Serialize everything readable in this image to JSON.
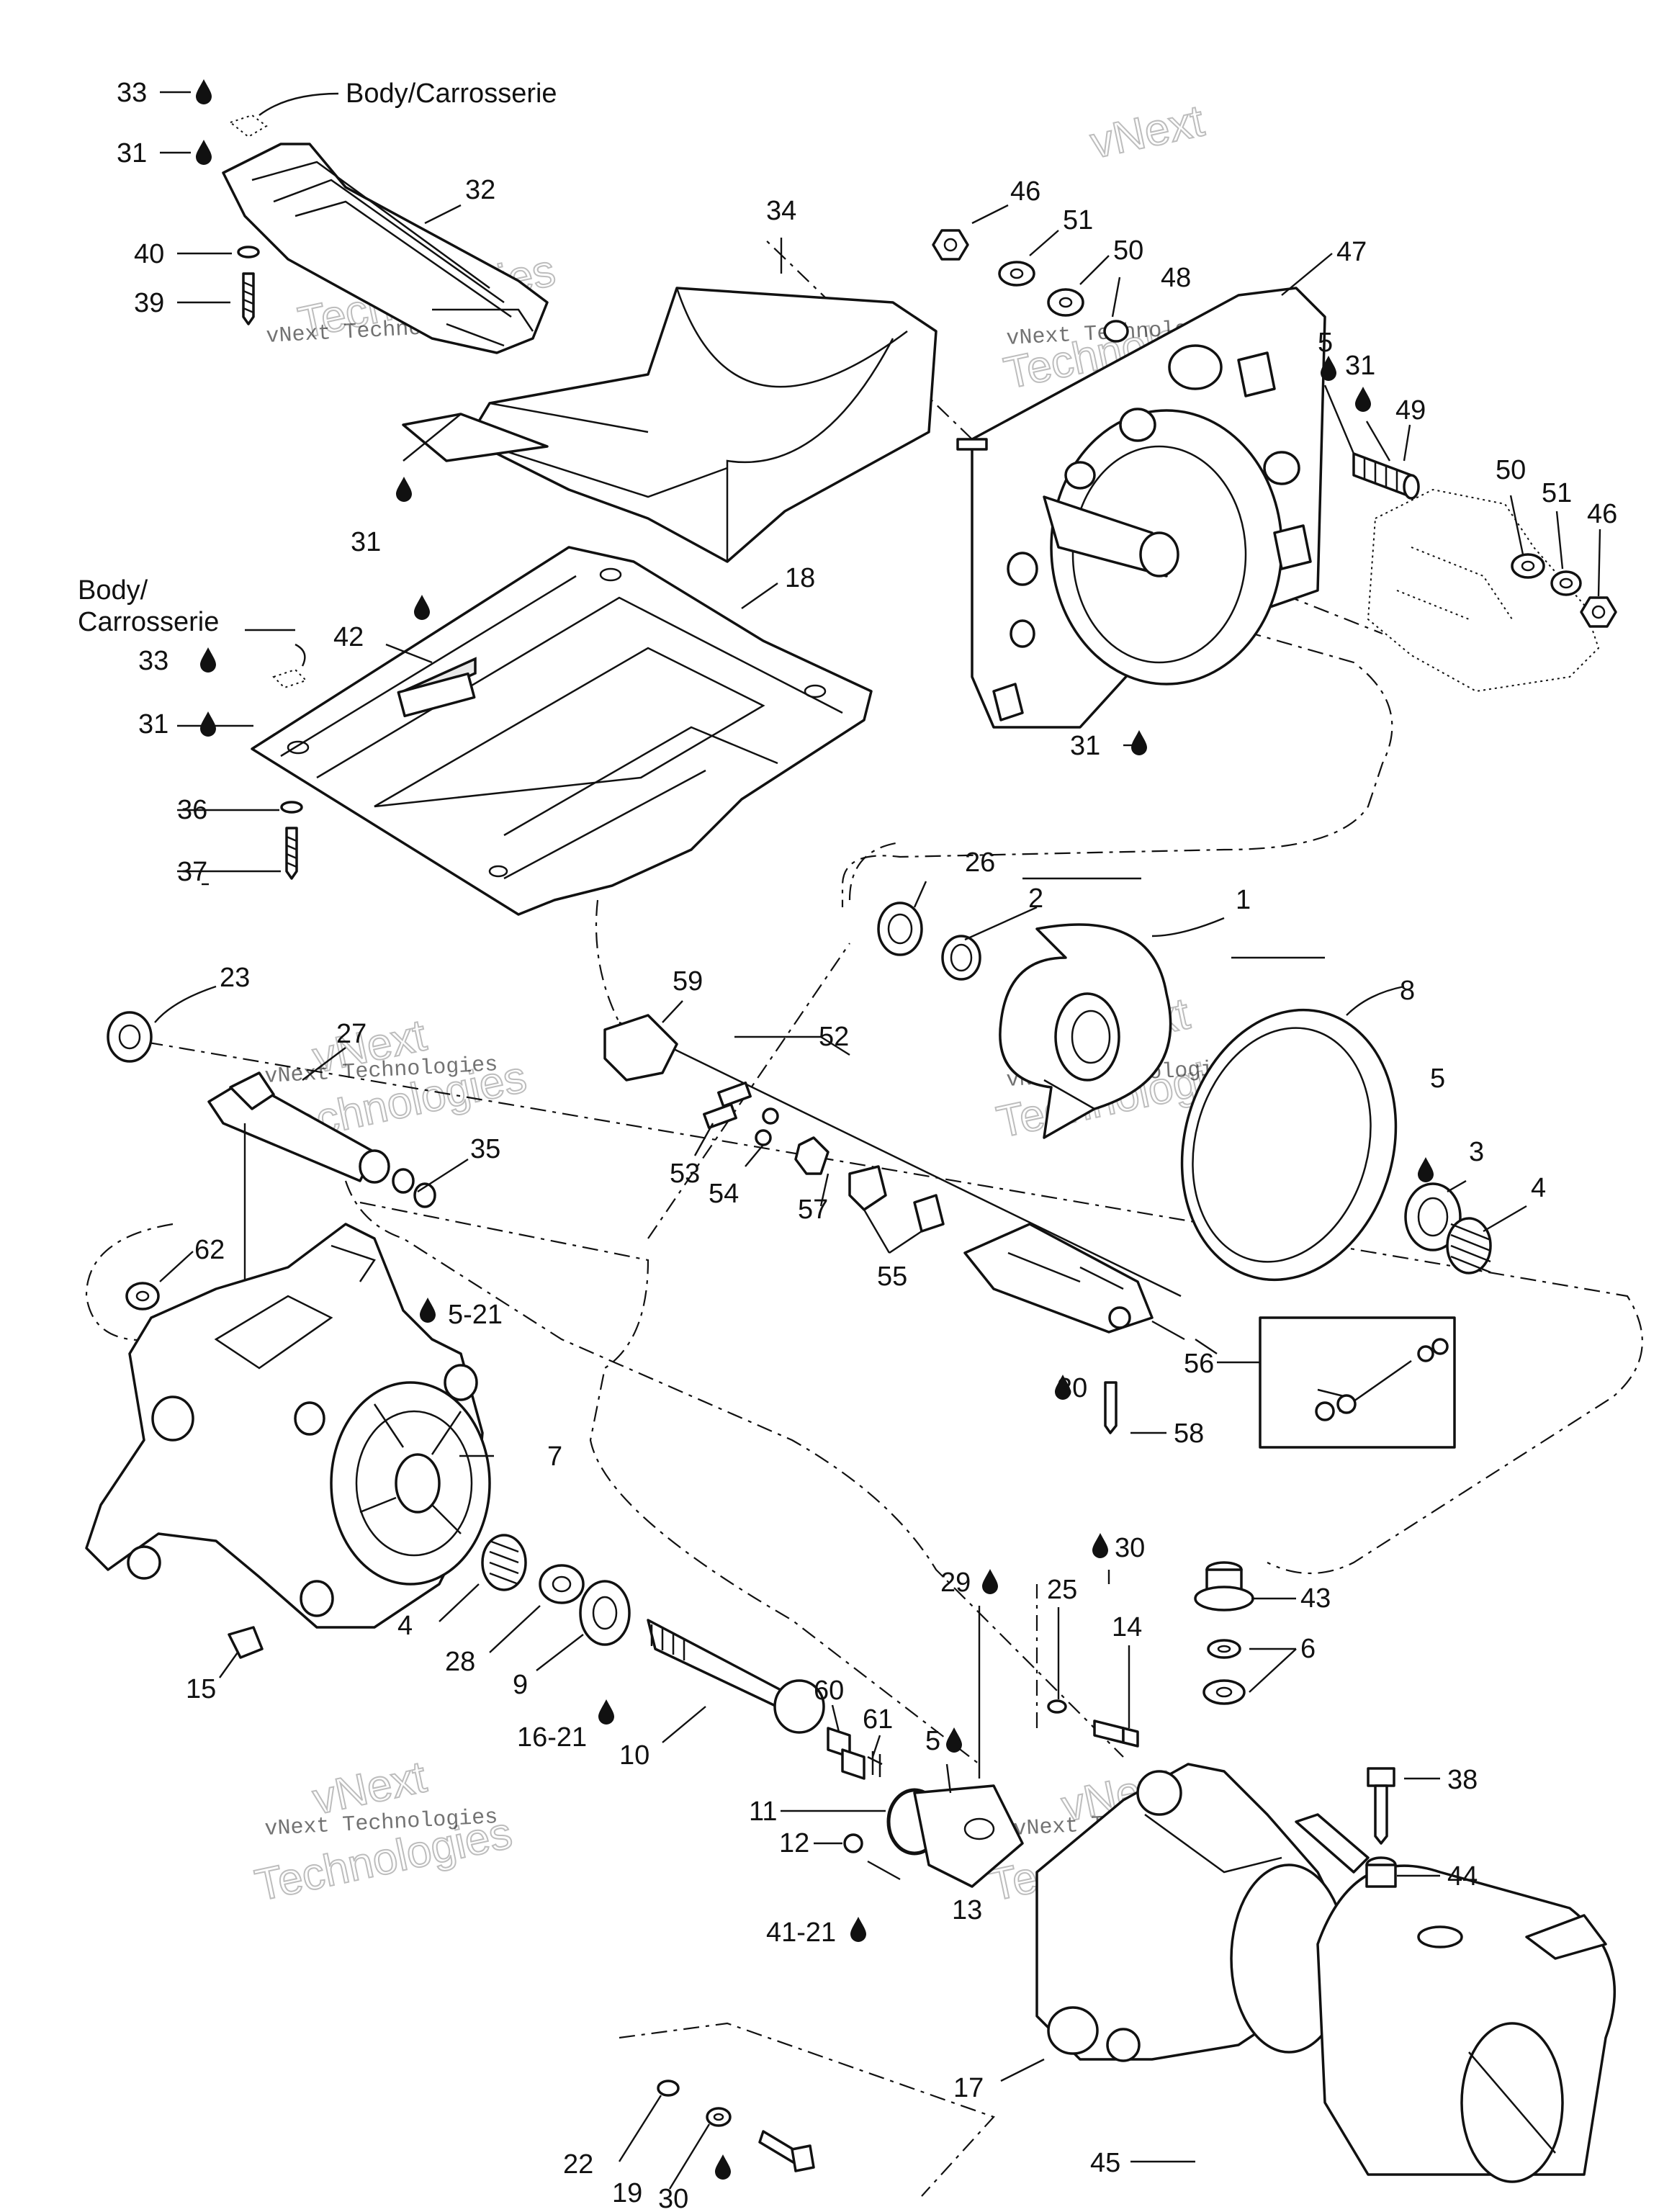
{
  "watermark": {
    "line1": "vNext",
    "line2": "Technologies",
    "small": "vNext Technologies"
  },
  "labels": {
    "body_top": "Body/Carrosserie",
    "body_left_1": "Body/",
    "body_left_2": "Carrosserie"
  },
  "callouts": [
    {
      "id": "c33a",
      "text": "33"
    },
    {
      "id": "c31a",
      "text": "31"
    },
    {
      "id": "c32",
      "text": "32"
    },
    {
      "id": "c40",
      "text": "40"
    },
    {
      "id": "c39",
      "text": "39"
    },
    {
      "id": "c34",
      "text": "34"
    },
    {
      "id": "c31b",
      "text": "31"
    },
    {
      "id": "c46a",
      "text": "46"
    },
    {
      "id": "c51a",
      "text": "51"
    },
    {
      "id": "c50a",
      "text": "50"
    },
    {
      "id": "c48",
      "text": "48"
    },
    {
      "id": "c47",
      "text": "47"
    },
    {
      "id": "c5a",
      "text": "5"
    },
    {
      "id": "c31c",
      "text": "31"
    },
    {
      "id": "c49",
      "text": "49"
    },
    {
      "id": "c50b",
      "text": "50"
    },
    {
      "id": "c51b",
      "text": "51"
    },
    {
      "id": "c46b",
      "text": "46"
    },
    {
      "id": "c18",
      "text": "18"
    },
    {
      "id": "c42",
      "text": "42"
    },
    {
      "id": "c33b",
      "text": "33"
    },
    {
      "id": "c31d",
      "text": "31"
    },
    {
      "id": "c36",
      "text": "36"
    },
    {
      "id": "c37",
      "text": "37"
    },
    {
      "id": "c31e",
      "text": "31"
    },
    {
      "id": "c26",
      "text": "26"
    },
    {
      "id": "c2",
      "text": "2"
    },
    {
      "id": "c1",
      "text": "1"
    },
    {
      "id": "c8",
      "text": "8"
    },
    {
      "id": "c5b",
      "text": "5"
    },
    {
      "id": "c3",
      "text": "3"
    },
    {
      "id": "c4a",
      "text": "4"
    },
    {
      "id": "c23",
      "text": "23"
    },
    {
      "id": "c27",
      "text": "27"
    },
    {
      "id": "c35",
      "text": "35"
    },
    {
      "id": "c59",
      "text": "59"
    },
    {
      "id": "c52",
      "text": "52"
    },
    {
      "id": "c53",
      "text": "53"
    },
    {
      "id": "c54",
      "text": "54"
    },
    {
      "id": "c57",
      "text": "57"
    },
    {
      "id": "c55",
      "text": "55"
    },
    {
      "id": "c56",
      "text": "56"
    },
    {
      "id": "c30a",
      "text": "30"
    },
    {
      "id": "c58",
      "text": "58"
    },
    {
      "id": "c62",
      "text": "62"
    },
    {
      "id": "c5-21",
      "text": "5-21"
    },
    {
      "id": "c7",
      "text": "7"
    },
    {
      "id": "c4b",
      "text": "4"
    },
    {
      "id": "c28",
      "text": "28"
    },
    {
      "id": "c9",
      "text": "9"
    },
    {
      "id": "c15",
      "text": "15"
    },
    {
      "id": "c16-21",
      "text": "16-21"
    },
    {
      "id": "c10",
      "text": "10"
    },
    {
      "id": "c60",
      "text": "60"
    },
    {
      "id": "c61",
      "text": "61"
    },
    {
      "id": "c5c",
      "text": "5"
    },
    {
      "id": "c29",
      "text": "29"
    },
    {
      "id": "c25",
      "text": "25"
    },
    {
      "id": "c30b",
      "text": "30"
    },
    {
      "id": "c14",
      "text": "14"
    },
    {
      "id": "c43",
      "text": "43"
    },
    {
      "id": "c6",
      "text": "6"
    },
    {
      "id": "c11",
      "text": "11"
    },
    {
      "id": "c12",
      "text": "12"
    },
    {
      "id": "c13",
      "text": "13"
    },
    {
      "id": "c41-21",
      "text": "41-21"
    },
    {
      "id": "c38",
      "text": "38"
    },
    {
      "id": "c44",
      "text": "44"
    },
    {
      "id": "c17",
      "text": "17"
    },
    {
      "id": "c22",
      "text": "22"
    },
    {
      "id": "c19",
      "text": "19"
    },
    {
      "id": "c30c",
      "text": "30"
    },
    {
      "id": "c45",
      "text": "45"
    }
  ]
}
